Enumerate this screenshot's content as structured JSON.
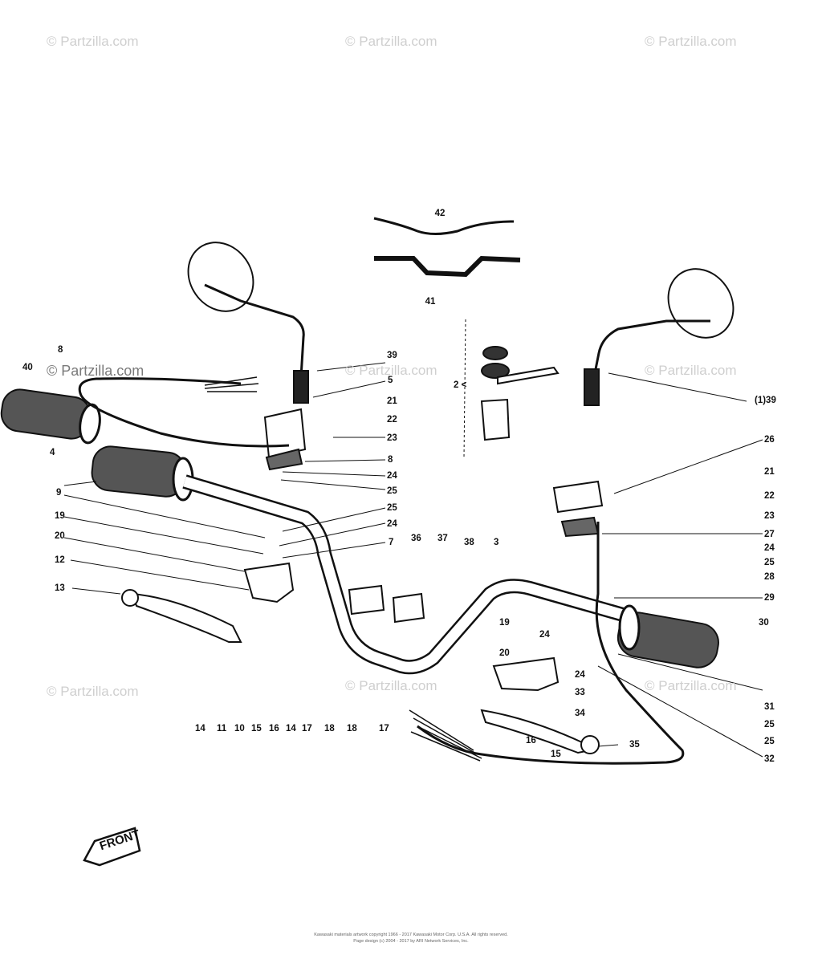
{
  "watermark": "© Partzilla.com",
  "labels": {
    "l42": "42",
    "l41": "41",
    "l2": "2 <",
    "l39": "39",
    "l5": "5",
    "l21": "21",
    "l22": "22",
    "l23": "23",
    "l8a": "8",
    "l8b": "8",
    "l24": "24",
    "l25": "25",
    "l40": "40",
    "l4": "4",
    "l25b": "25",
    "l24b": "24",
    "l9": "9",
    "l7": "7",
    "l19": "19",
    "l20": "20",
    "l12": "12",
    "l13": "13",
    "l36": "36",
    "l37": "37",
    "l38": "38",
    "l3": "3",
    "l139": "(1)39",
    "l26": "26",
    "l21b": "21",
    "l22b": "22",
    "l23b": "23",
    "l27": "27",
    "l24c": "24",
    "l25c": "25",
    "l28": "28",
    "l29": "29",
    "l30": "30",
    "l19b": "19",
    "l24d": "24",
    "l20b": "20",
    "l24e": "24",
    "l33": "33",
    "l34": "34",
    "l31": "31",
    "l25d": "25",
    "l25e": "25",
    "l32": "32",
    "l35": "35",
    "l16b": "16",
    "l15b": "15",
    "l18b": "18",
    "l17b": "17",
    "b14": "14",
    "b11": "11",
    "b10": "10",
    "b15": "15",
    "b16": "16",
    "b14b": "14",
    "b17": "17",
    "b18": "18"
  },
  "front_label": "FRONT",
  "copyright_line1": "Kawasaki materials artwork copyright 1966 - 2017 Kawasaki Motor Corp. U.S.A. All rights reserved.",
  "copyright_line2": "Page design (c) 2004 - 2017 by ARI Network Services, Inc."
}
